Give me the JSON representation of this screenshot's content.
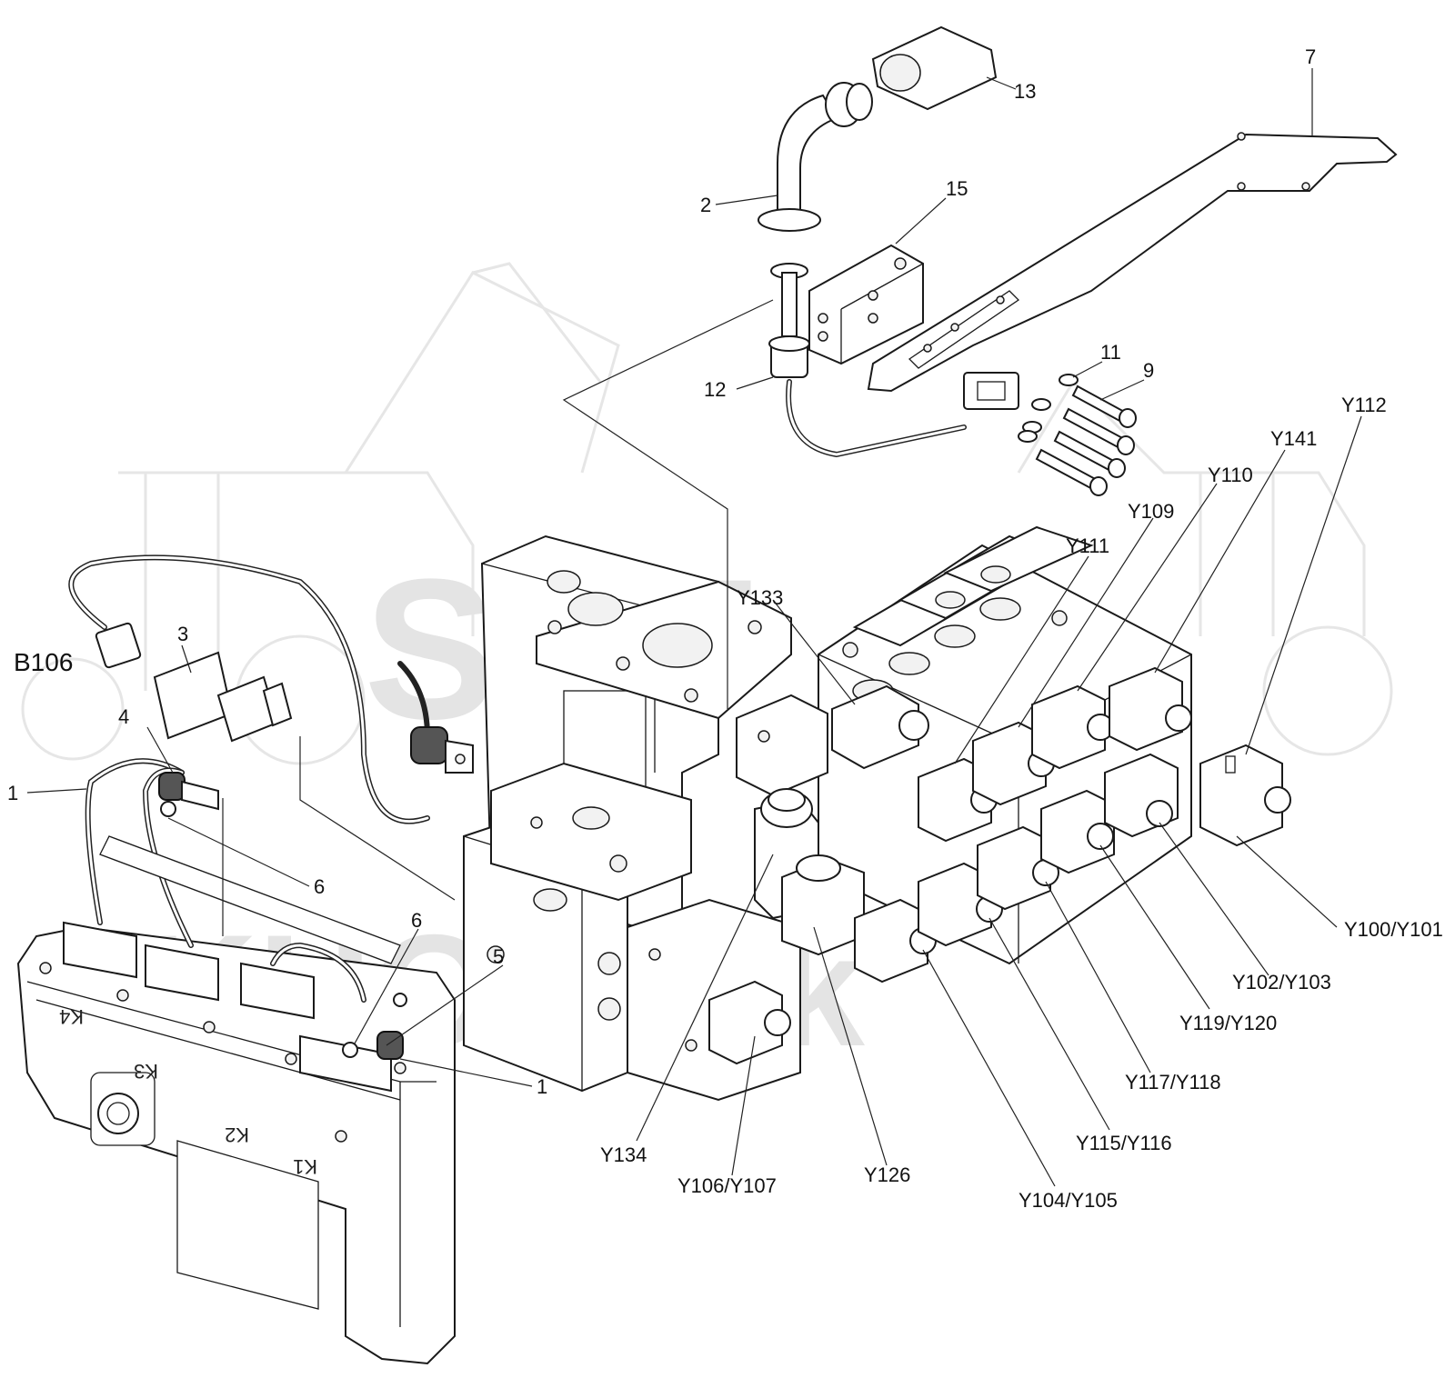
{
  "watermark": {
    "line1": "SPT",
    "line2": "SKHOPTek"
  },
  "module_labels": [
    "K4",
    "K3",
    "K2",
    "K1"
  ],
  "callouts": [
    {
      "id": "c7",
      "text": "7"
    },
    {
      "id": "c13",
      "text": "13"
    },
    {
      "id": "c2",
      "text": "2"
    },
    {
      "id": "c15",
      "text": "15"
    },
    {
      "id": "c11",
      "text": "11"
    },
    {
      "id": "c9",
      "text": "9"
    },
    {
      "id": "c12",
      "text": "12"
    },
    {
      "id": "cY112",
      "text": "Y112"
    },
    {
      "id": "cY141",
      "text": "Y141"
    },
    {
      "id": "cY110",
      "text": "Y110"
    },
    {
      "id": "cY109",
      "text": "Y109"
    },
    {
      "id": "cY111",
      "text": "Y111"
    },
    {
      "id": "cY133",
      "text": "Y133"
    },
    {
      "id": "c3",
      "text": "3"
    },
    {
      "id": "cB106",
      "text": "B106"
    },
    {
      "id": "c4",
      "text": "4"
    },
    {
      "id": "c1a",
      "text": "1"
    },
    {
      "id": "c6a",
      "text": "6"
    },
    {
      "id": "c6b",
      "text": "6"
    },
    {
      "id": "c5",
      "text": "5"
    },
    {
      "id": "c1b",
      "text": "1"
    },
    {
      "id": "cY100",
      "text": "Y100/Y101"
    },
    {
      "id": "cY102",
      "text": "Y102/Y103"
    },
    {
      "id": "cY119",
      "text": "Y119/Y120"
    },
    {
      "id": "cY117",
      "text": "Y117/Y118"
    },
    {
      "id": "cY115",
      "text": "Y115/Y116"
    },
    {
      "id": "cY104",
      "text": "Y104/Y105"
    },
    {
      "id": "cY126",
      "text": "Y126"
    },
    {
      "id": "cY106",
      "text": "Y106/Y107"
    },
    {
      "id": "cY134",
      "text": "Y134"
    }
  ]
}
